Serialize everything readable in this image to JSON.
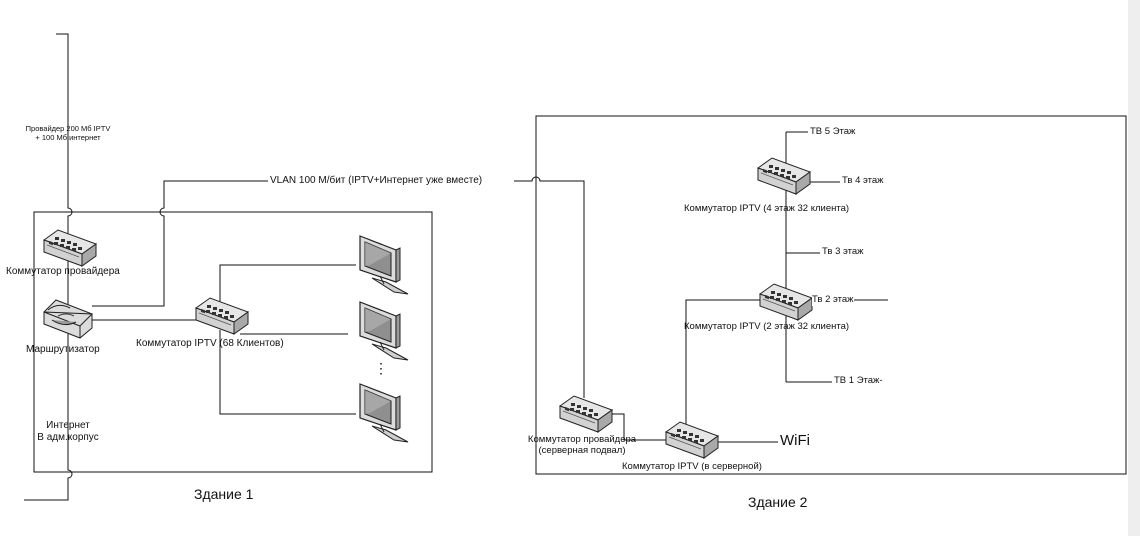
{
  "labels": {
    "provider_in_line1": "Провайдер 200 Мб IPTV",
    "provider_in_line2": "+ 100 Мб интернет",
    "vlan_link": "VLAN 100 М/бит (IPTV+Интернет уже вместе)",
    "switch_provider_b1": "Коммутатор провайдера",
    "router": "Маршрутизатор",
    "switch_iptv_b1": "Коммутатор IPTV (68 Клиентов)",
    "internet_line1": "Интернет",
    "internet_line2": "В адм.корпус",
    "building1": "Здание 1",
    "building2": "Здание 2",
    "tv_floor5": "ТВ 5 Этаж",
    "tv_floor4": "Тв 4 этаж",
    "switch_floor4": "Коммутатор IPTV (4 этаж 32 клиента)",
    "tv_floor3": "Тв 3 этаж",
    "tv_floor2": "Тв 2 этаж",
    "switch_floor2": "Коммутатор IPTV (2 этаж 32 клиента)",
    "tv_floor1": "ТВ 1 Этаж-",
    "switch_provider_b2_line1": "Коммутатор провайдера",
    "switch_provider_b2_line2": "(серверная подвал)",
    "switch_iptv_server": "Коммутатор IPTV (в серверной)",
    "wifi": "WiFi",
    "ellipsis": "⋮"
  }
}
